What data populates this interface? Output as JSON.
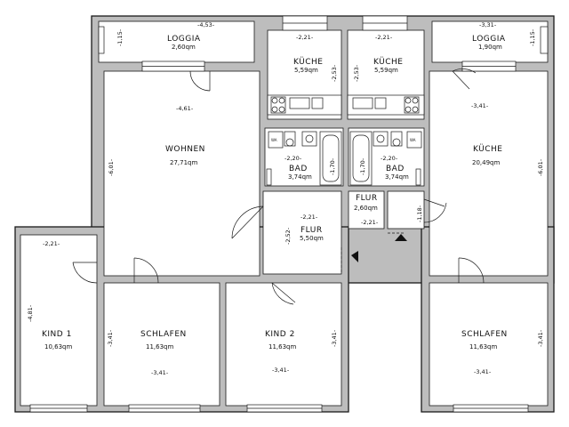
{
  "rooms": {
    "loggia_left": {
      "name": "LOGGIA",
      "area": "2,60qm"
    },
    "kueche_left": {
      "name": "KÜCHE",
      "area": "5,59qm"
    },
    "kueche_mid": {
      "name": "KÜCHE",
      "area": "5,59qm"
    },
    "loggia_right": {
      "name": "LOGGIA",
      "area": "1,90qm"
    },
    "wohnen": {
      "name": "WOHNEN",
      "area": "27,71qm"
    },
    "bad_left": {
      "name": "BAD",
      "area": "3,74qm"
    },
    "bad_right": {
      "name": "BAD",
      "area": "3,74qm"
    },
    "kueche_right": {
      "name": "KÜCHE",
      "area": "20,49qm"
    },
    "flur_small": {
      "name": "FLUR",
      "area": "2,60qm"
    },
    "flur_main": {
      "name": "FLUR",
      "area": "5,50qm"
    },
    "kind1": {
      "name": "KIND 1",
      "area": "10,63qm"
    },
    "schlafen_left": {
      "name": "SCHLAFEN",
      "area": "11,63qm"
    },
    "kind2": {
      "name": "KIND 2",
      "area": "11,63qm"
    },
    "schlafen_right": {
      "name": "SCHLAFEN",
      "area": "11,63qm"
    }
  },
  "dimensions": {
    "loggia_left_w": "-4,53-",
    "loggia_left_h": "-1,15-",
    "kueche_left_w": "-2,21-",
    "kueche_left_h": "-2,53-",
    "kueche_mid_w": "-2,21-",
    "kueche_mid_h": "-2,53-",
    "loggia_right_w": "-3,31-",
    "loggia_right_h": "-1,15-",
    "wohnen_w": "-4,61-",
    "wohnen_h": "-6,01-",
    "kueche_right_w": "-3,41-",
    "kueche_right_h": "-6,01-",
    "bad_left_w": "-2,20-",
    "bad_left_h": "-1,70-",
    "bad_right_w": "-2,20-",
    "bad_right_h": "-1,70-",
    "flur_main_w": "-2,21-",
    "flur_main_h": "-2,52-",
    "flur_small_w": "-2,21-",
    "flur_small_h": "-1,18-",
    "kind1_w": "-2,21-",
    "kind1_h": "-4,81-",
    "schlafen_left_h": "-3,41-",
    "schlafen_left_w": "-3,41-",
    "kind2_w": "-3,41-",
    "kind2_h": "-3,41-",
    "schlafen_right_w": "-3,41-",
    "schlafen_right_h": "-3,41-"
  },
  "fixtures": {
    "wm_label": "WA"
  }
}
